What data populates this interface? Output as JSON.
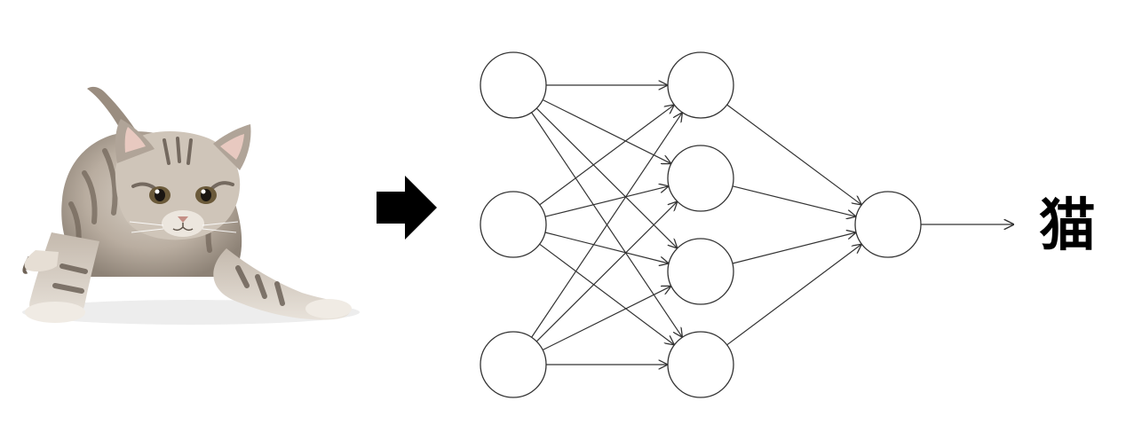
{
  "input_image": {
    "subject": "tabby kitten",
    "icon": "kitten-photo"
  },
  "arrow": {
    "icon": "right-arrow-icon",
    "color": "#000000"
  },
  "network": {
    "layers": [
      {
        "name": "input",
        "nodes": 3
      },
      {
        "name": "hidden",
        "nodes": 4
      },
      {
        "name": "output",
        "nodes": 1
      }
    ],
    "connections": "fully-connected",
    "node_fill": "#ffffff",
    "stroke_color": "#333333"
  },
  "output": {
    "label": "猫"
  }
}
